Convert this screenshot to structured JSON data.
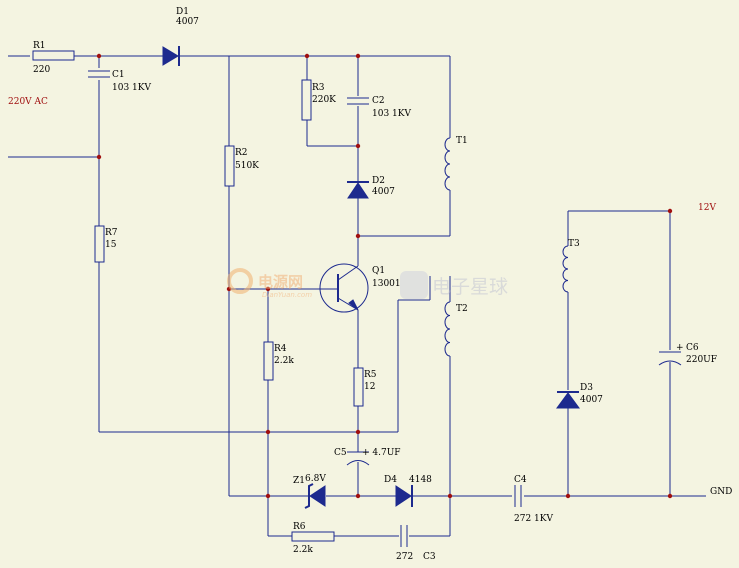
{
  "labels": {
    "R1": "R1",
    "R1v": "220",
    "C1": "C1",
    "C1v": "103 1KV",
    "ac": "220V AC",
    "D1": "D1",
    "D1v": "4007",
    "R3": "R3",
    "R3v": "220K",
    "C2": "C2",
    "C2v": "103 1KV",
    "T1": "T1",
    "R2": "R2",
    "R2v": "510K",
    "D2": "D2",
    "D2v": "4007",
    "R7": "R7",
    "R7v": "15",
    "Q1": "Q1",
    "Q1v": "13001",
    "T2": "T2",
    "T3": "T3",
    "v12": "12V",
    "C6": "C6",
    "C6v": "220UF",
    "C6p": "+",
    "R4": "R4",
    "R4v": "2.2k",
    "R5": "R5",
    "R5v": "12",
    "D3": "D3",
    "D3v": "4007",
    "C5": "C5",
    "C5v": "+ 4.7UF",
    "Z1": "Z1",
    "Z1v": "6.8V",
    "D4": "D4",
    "D4v": "4148",
    "C4": "C4",
    "C4v": "272 1KV",
    "gnd": "GND",
    "R6": "R6",
    "R6v": "2.2k",
    "C3v": "272",
    "C3": "C3"
  },
  "watermark": {
    "left_main": "电源网",
    "left_sub": "DianYuan.com",
    "right_main": "电子星球"
  },
  "colors": {
    "background": "#f4f4e1",
    "wire": "#1d2a8e",
    "junction": "#a01010",
    "label": "#000000",
    "power_label": "#a01010"
  }
}
